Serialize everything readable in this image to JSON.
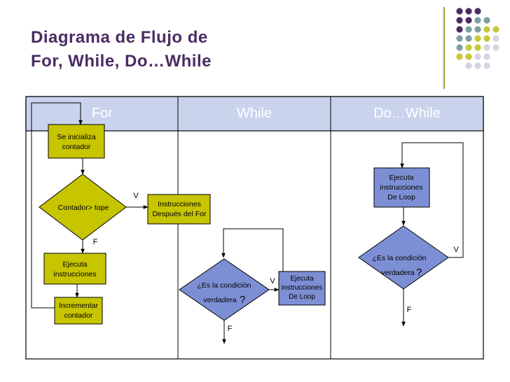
{
  "title": {
    "line1": "Diagrama de Flujo de",
    "line2": "For, While, Do…While"
  },
  "columns": {
    "for": "For",
    "while": "While",
    "dowhile": "Do…While"
  },
  "for_nodes": {
    "init": [
      "Se inicializa",
      "contador"
    ],
    "condition": "Contador> tope",
    "after": [
      "Instrucciones",
      "Después del For"
    ],
    "execute": [
      "Ejecuta",
      "instrucciones"
    ],
    "increment": [
      "Incrementar",
      "contador"
    ],
    "label_true": "V",
    "label_false": "F"
  },
  "while_nodes": {
    "condition": [
      "¿Es la condición",
      "verdadera",
      "?"
    ],
    "execute": [
      "Ejecuta",
      "instrucciones",
      "De Loop"
    ],
    "label_true": "V",
    "label_false": "F"
  },
  "dowhile_nodes": {
    "execute": [
      "Ejecuta",
      "instrucciones",
      "De Loop"
    ],
    "condition": [
      "¿Es la condición",
      "verdadera",
      "?"
    ],
    "label_true": "V",
    "label_false": "F"
  },
  "colors": {
    "title": "#4a2c63",
    "header_bg": "#c9d3ec",
    "header_text": "#ffffff",
    "box_fill": "#c7c400",
    "diamond_blue": "#7d8fd4",
    "accent_line": "#9aa23a",
    "dot_purple": "#4a2c63",
    "dot_teal": "#7aa0a0",
    "dot_olive": "#c7c83a",
    "dot_grey": "#d4d5e0"
  }
}
